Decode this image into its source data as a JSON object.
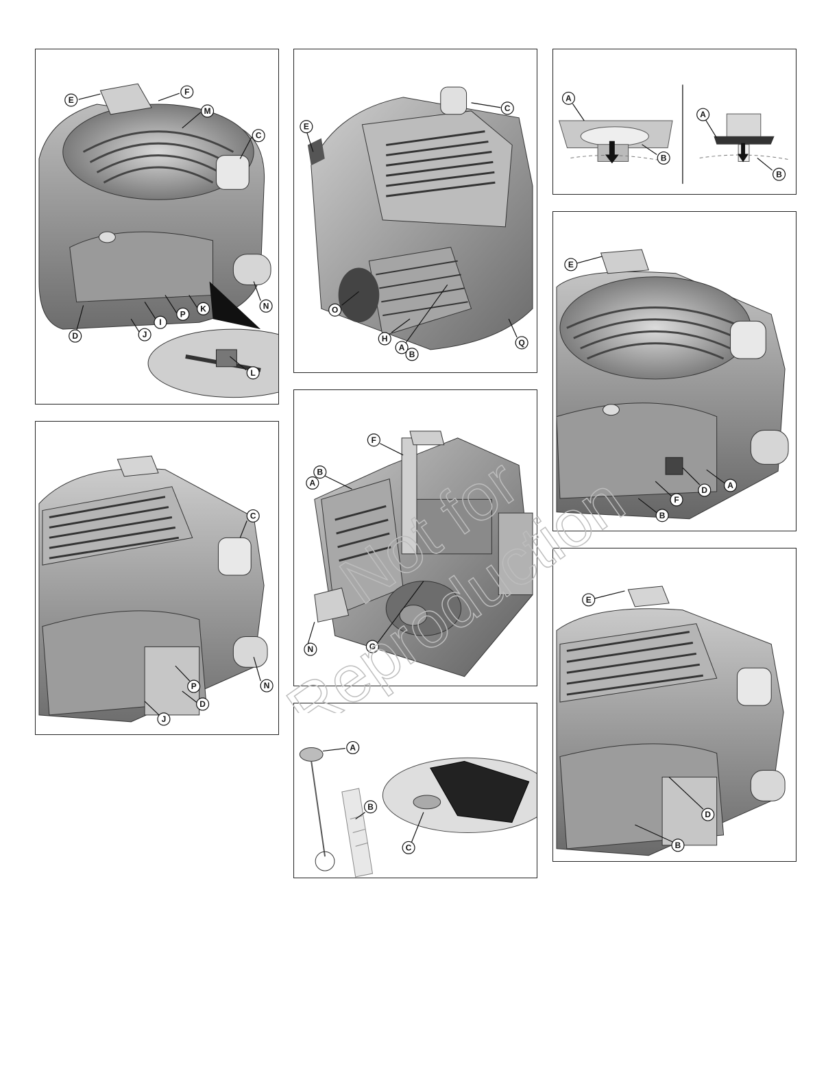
{
  "watermark": {
    "line1": "Not for",
    "line2": "Reproduction"
  },
  "panels": {
    "p1": {
      "callouts": {
        "E": "E",
        "F": "F",
        "M": "M",
        "C": "C",
        "N": "N",
        "K": "K",
        "P": "P",
        "I": "I",
        "J": "J",
        "D": "D",
        "L": "L"
      }
    },
    "p2": {
      "callouts": {
        "E": "E",
        "C": "C",
        "O": "O",
        "H": "H",
        "A": "A",
        "B": "B",
        "Q": "Q"
      }
    },
    "p3": {
      "callouts": {
        "A1": "A",
        "B1": "B",
        "A2": "A",
        "B2": "B"
      }
    },
    "p4": {
      "callouts": {
        "C": "C",
        "P": "P",
        "N": "N",
        "D": "D",
        "J": "J"
      }
    },
    "p5": {
      "callouts": {
        "F": "F",
        "B": "B",
        "A": "A",
        "N": "N",
        "G": "G"
      }
    },
    "p6": {
      "callouts": {
        "E": "E",
        "D": "D",
        "A": "A",
        "F": "F",
        "B": "B"
      }
    },
    "p7": {
      "callouts": {
        "A": "A",
        "B": "B",
        "C": "C"
      }
    },
    "p8": {
      "callouts": {
        "E": "E",
        "D": "D",
        "B": "B"
      }
    }
  }
}
